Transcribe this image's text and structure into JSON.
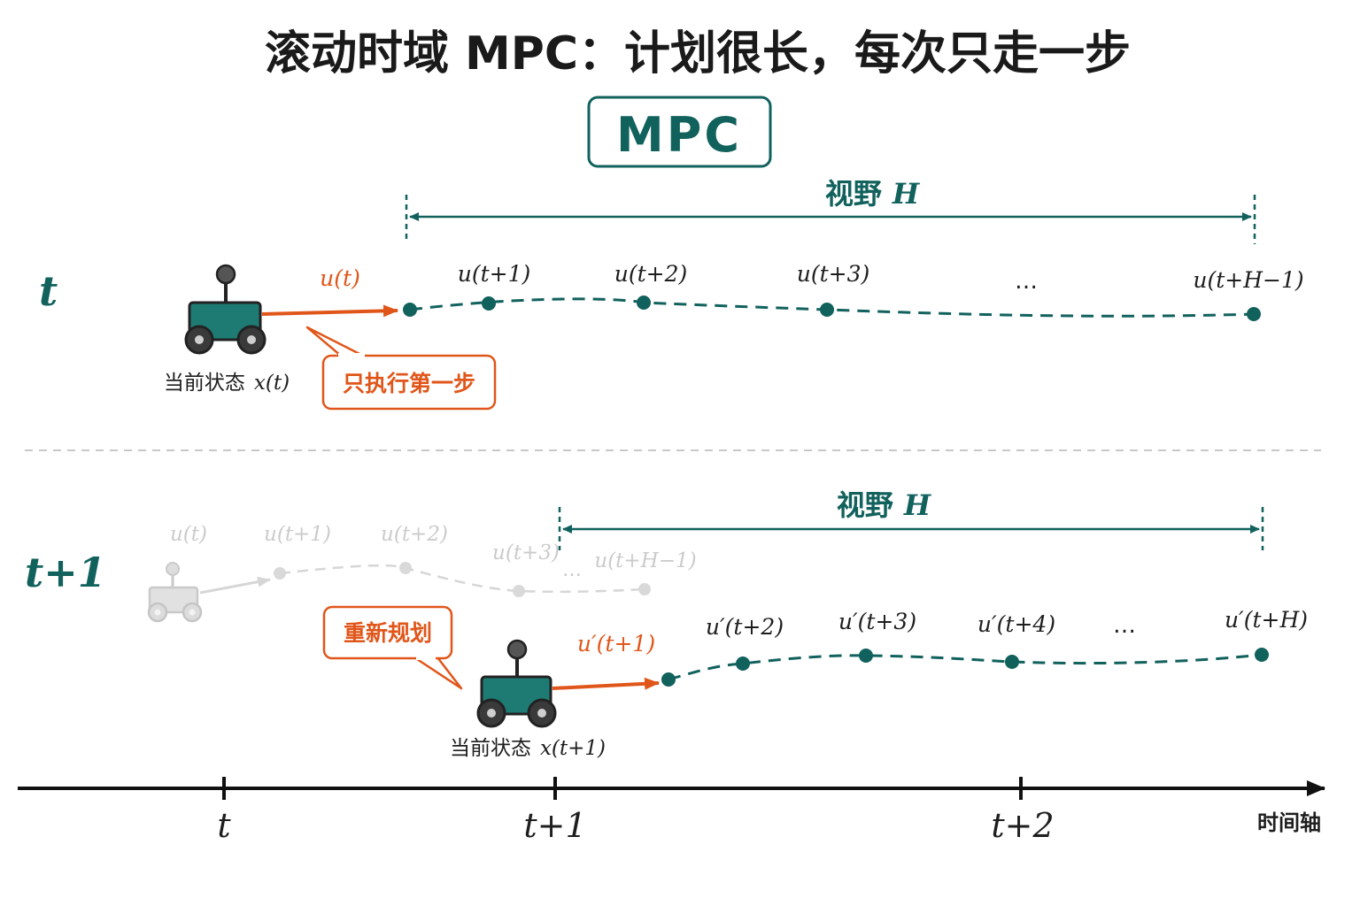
{
  "title": "滚动时域 MPC：计划很长，每次只走一步",
  "badge": "MPC",
  "colors": {
    "teal": "#11615d",
    "orange": "#e0561a",
    "ghost": "#c8c8c8",
    "axis": "#111111"
  },
  "panel_top": {
    "row_label": "t",
    "horizon_label": "视野",
    "horizon_symbol": "H",
    "first_control": "u(t)",
    "controls": [
      "u(t+1)",
      "u(t+2)",
      "u(t+3)",
      "…",
      "u(t+H−1)"
    ],
    "state_caption_text": "当前状态",
    "state_caption_math": "x(t)",
    "callout": "只执行第一步",
    "icons": [
      "robot-icon"
    ]
  },
  "panel_bottom": {
    "row_label": "t+1",
    "horizon_label": "视野",
    "horizon_symbol": "H",
    "ghost_controls": [
      "u(t)",
      "u(t+1)",
      "u(t+2)",
      "u(t+3)",
      "…",
      "u(t+H−1)"
    ],
    "first_control": "u′(t+1)",
    "controls": [
      "u′(t+2)",
      "u′(t+3)",
      "u′(t+4)",
      "…",
      "u′(t+H)"
    ],
    "state_caption_text": "当前状态",
    "state_caption_math": "x(t+1)",
    "callout": "重新规划",
    "icons": [
      "robot-icon",
      "ghost-robot-icon"
    ]
  },
  "time_axis": {
    "ticks": [
      "t",
      "t+1",
      "t+2"
    ],
    "label": "时间轴"
  }
}
